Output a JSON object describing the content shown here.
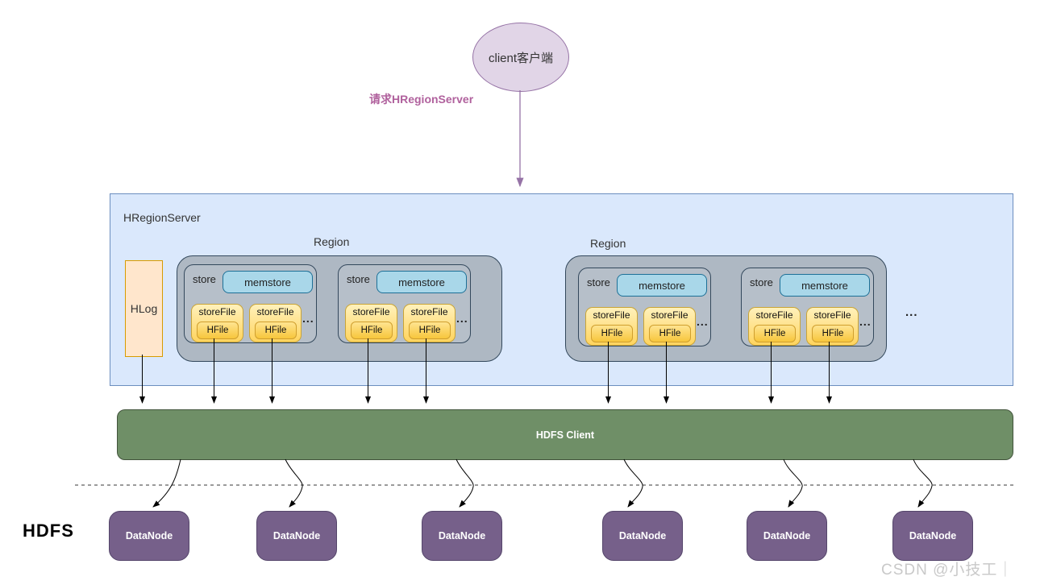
{
  "client": {
    "label": "client客户端"
  },
  "request_label": "请求HRegionServer",
  "hregionserver": {
    "label": "HRegionServer",
    "hlog": {
      "label": "HLog"
    },
    "regions": [
      {
        "label": "Region",
        "stores": [
          {
            "label": "store",
            "memstore": "memstore",
            "storefiles": [
              {
                "label": "storeFile",
                "hfile": "HFile"
              },
              {
                "label": "storeFile",
                "hfile": "HFile"
              }
            ],
            "ellipsis": "..."
          },
          {
            "label": "store",
            "memstore": "memstore",
            "storefiles": [
              {
                "label": "storeFile",
                "hfile": "HFile"
              },
              {
                "label": "storeFile",
                "hfile": "HFile"
              }
            ],
            "ellipsis": "..."
          }
        ]
      },
      {
        "label": "Region",
        "stores": [
          {
            "label": "store",
            "memstore": "memstore",
            "storefiles": [
              {
                "label": "storeFile",
                "hfile": "HFile"
              },
              {
                "label": "storeFile",
                "hfile": "HFile"
              }
            ],
            "ellipsis": "..."
          },
          {
            "label": "store",
            "memstore": "memstore",
            "storefiles": [
              {
                "label": "storeFile",
                "hfile": "HFile"
              },
              {
                "label": "storeFile",
                "hfile": "HFile"
              }
            ],
            "ellipsis": "..."
          }
        ]
      }
    ],
    "regions_ellipsis": "..."
  },
  "hdfs_client": {
    "label": "HDFS Client"
  },
  "hdfs": {
    "label": "HDFS",
    "datanodes": [
      "DataNode",
      "DataNode",
      "DataNode",
      "DataNode",
      "DataNode",
      "DataNode"
    ]
  },
  "watermark": "CSDN @小技工｜",
  "colors": {
    "client_fill": "#e1d5e7",
    "client_border": "#9673a6",
    "request_text": "#b0619d",
    "server_fill": "#dae8fc",
    "server_border": "#6c8ebf",
    "region_fill": "#aeb8c3",
    "region_border": "#33485c",
    "memstore_fill": "#a9d7e9",
    "memstore_border": "#1d7097",
    "storefile_fill": "#ffd966",
    "storefile_border": "#c9a437",
    "hlog_fill": "#ffe6cc",
    "hlog_border": "#d79b00",
    "hdfs_client_fill": "#6f8f67",
    "datanode_fill": "#76608a",
    "arrow_black": "#000000",
    "arrow_purple": "#9673a6"
  }
}
